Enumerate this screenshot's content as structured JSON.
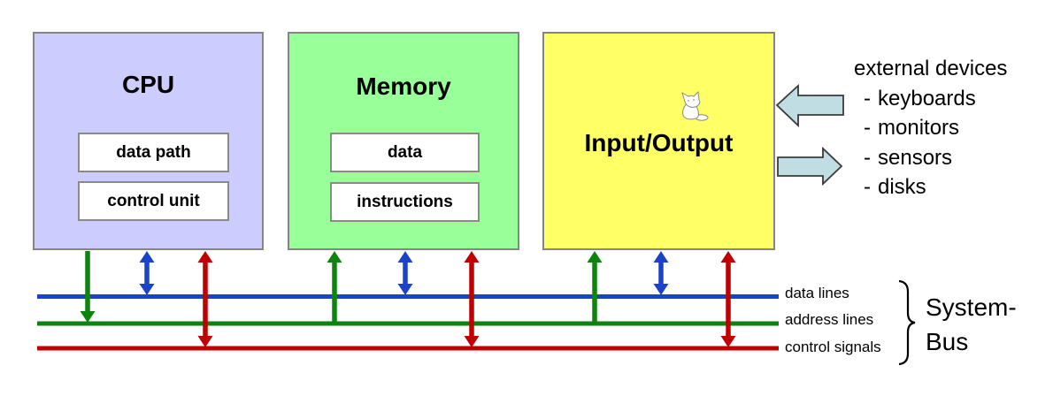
{
  "boxes": {
    "cpu": {
      "title": "CPU",
      "blocks": [
        "data path",
        "control unit"
      ],
      "fill": "#ccccff"
    },
    "memory": {
      "title": "Memory",
      "blocks": [
        "data",
        "instructions"
      ],
      "fill": "#99ff99"
    },
    "io": {
      "title": "Input/Output",
      "fill": "#ffff66"
    }
  },
  "external_devices": {
    "heading": "external devices",
    "bullet": "-",
    "items": [
      "keyboards",
      "monitors",
      "sensors",
      "disks"
    ]
  },
  "bus": {
    "line_labels": [
      "data lines",
      "address lines",
      "control signals"
    ],
    "group_label": [
      "System-",
      "Bus"
    ],
    "colors": {
      "data_lines": "#1a43c8",
      "address_lines": "#0d840d",
      "control_signals": "#c00000"
    }
  },
  "icons": {
    "cursor": "white-cat-cursor-icon",
    "inbound_arrow": "block-arrow-left-icon",
    "outbound_arrow": "block-arrow-right-icon"
  },
  "palette": {
    "box_border": "#858585",
    "block_arrow_fill": "#bfdde3",
    "block_arrow_border": "#3a3a3a"
  }
}
